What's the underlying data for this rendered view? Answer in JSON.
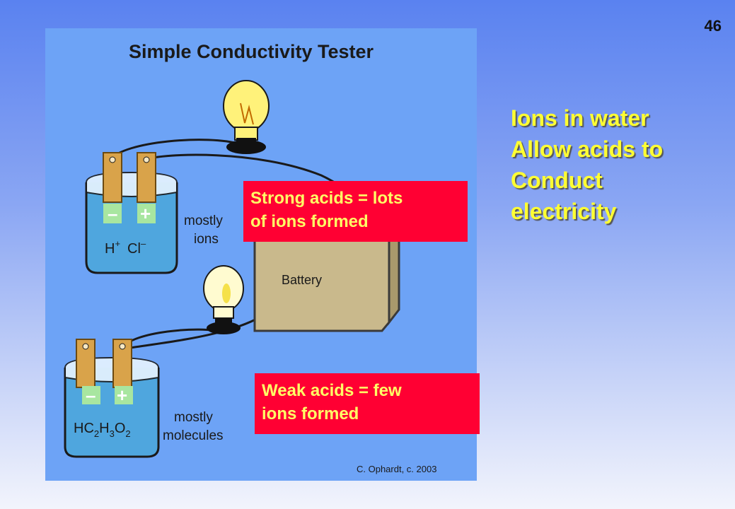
{
  "slide": {
    "number": "46"
  },
  "figure": {
    "title": "Simple Conductivity Tester",
    "top_beaker": {
      "minus": "–",
      "plus": "+",
      "formula_h": "H",
      "formula_h_sup": "+",
      "formula_cl": "Cl",
      "formula_cl_sup": "–",
      "label_line1": "mostly",
      "label_line2": "ions"
    },
    "bottom_beaker": {
      "minus": "–",
      "plus": "+",
      "formula_parts": [
        "HC",
        "2",
        "H",
        "3",
        "O",
        "2"
      ],
      "label_line1": "mostly",
      "label_line2": "molecules"
    },
    "battery_label": "Battery",
    "credit": "C. Ophardt, c. 2003",
    "colors": {
      "background": "#6da3f6",
      "solution": "#4fa6de",
      "electrode": "#d9a34a",
      "battery": "#c9b98c"
    }
  },
  "callouts": {
    "strong": {
      "line1": "Strong acids = lots",
      "line2": "of ions formed"
    },
    "weak": {
      "line1": "Weak acids = few",
      "line2": "ions formed"
    }
  },
  "side_note": {
    "lines": [
      "Ions in water",
      "Allow acids to",
      "Conduct",
      "electricity"
    ]
  }
}
